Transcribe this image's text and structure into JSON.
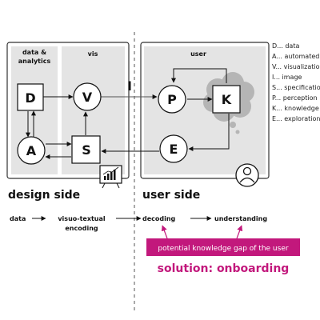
{
  "panels": {
    "data_analytics_label_line1": "data &",
    "data_analytics_label_line2": "analytics",
    "vis_label": "vis",
    "user_label": "user"
  },
  "nodes": {
    "D": "D",
    "V": "V",
    "A": "A",
    "S": "S",
    "P": "P",
    "K": "K",
    "E": "E",
    "I": "I"
  },
  "legend": [
    "D... data",
    "A... automated analy",
    "V... visualization",
    "I... image",
    "S... specification",
    "P... perception",
    "K... knowledge",
    "E... exploration"
  ],
  "sides": {
    "design": "design side",
    "user": "user side"
  },
  "flow": {
    "data": "data",
    "encoding_line1": "visuo-textual",
    "encoding_line2": "encoding",
    "decoding": "decoding",
    "understanding": "understanding"
  },
  "gap_box": {
    "text": "potential knowledge gap of the user",
    "color": "#c2187c"
  },
  "solution": "solution: onboarding",
  "colors": {
    "panel_bg": "#e4e4e4",
    "cloud": "#b5b5b5",
    "accent": "#c2187c"
  },
  "icons": {
    "design": "chart-presentation-icon",
    "user": "user-avatar-icon"
  }
}
